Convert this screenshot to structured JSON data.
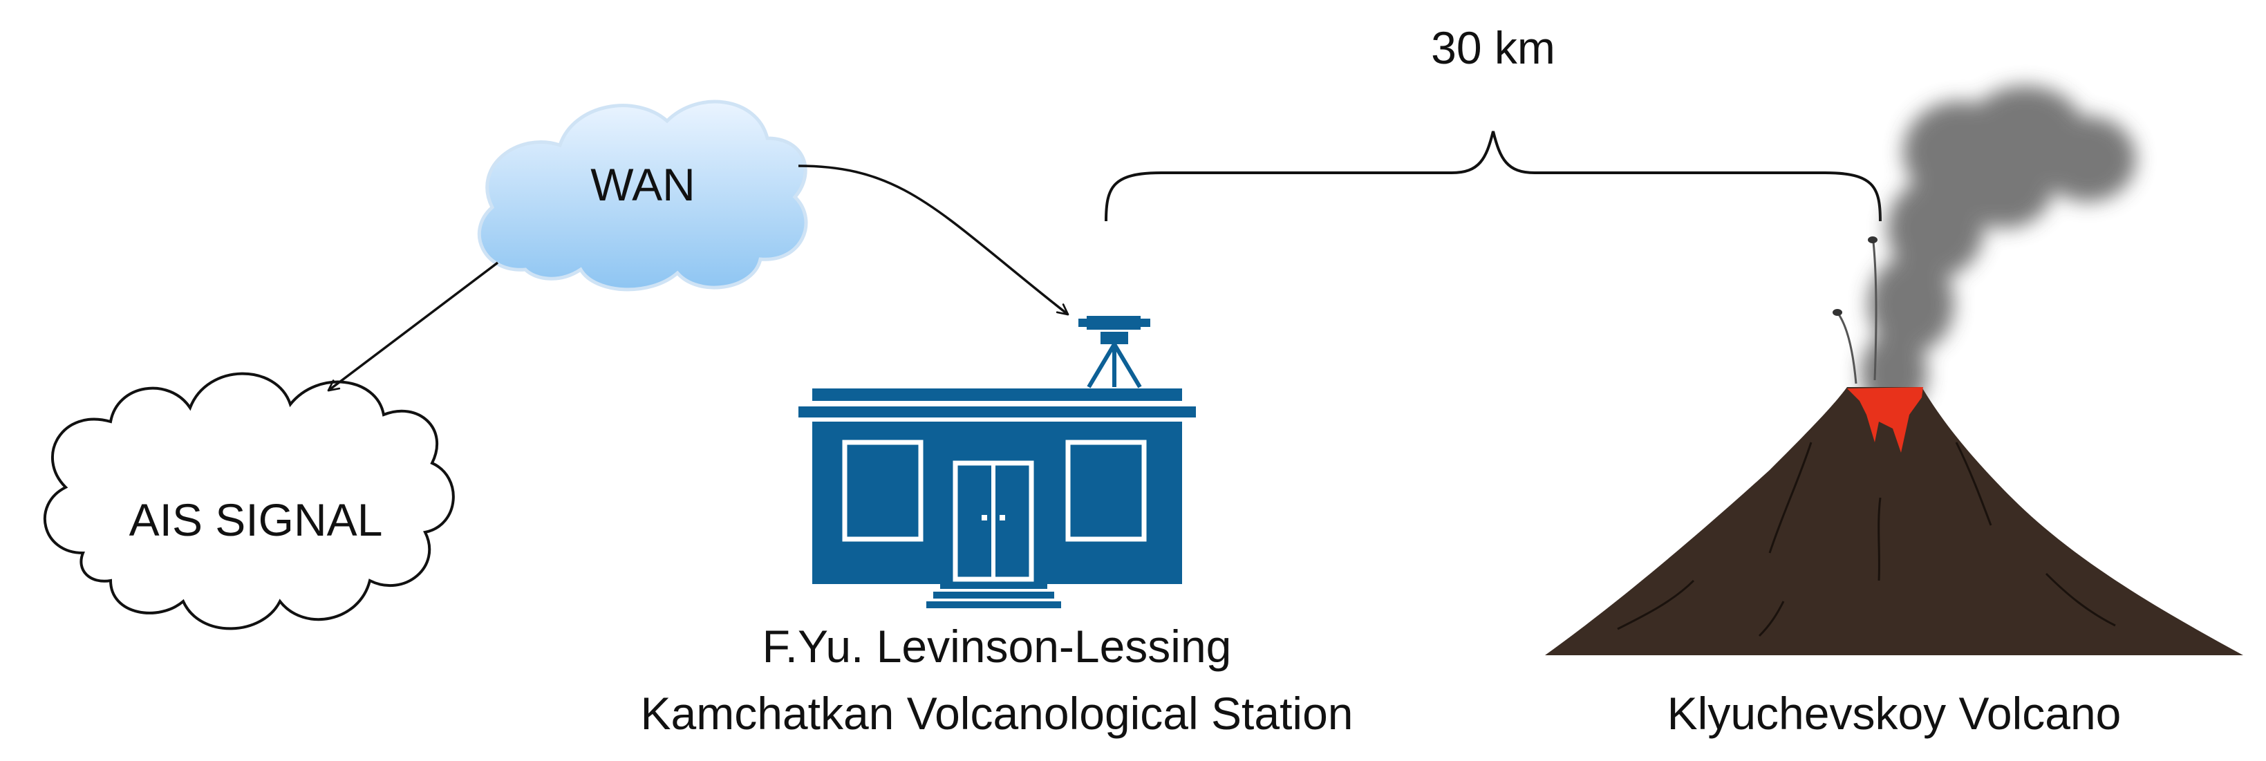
{
  "labels": {
    "distance": "30 km",
    "wan": "WAN",
    "ais": "AIS SIGNAL",
    "station_line1": "F.Yu. Levinson-Lessing",
    "station_line2": "Kamchatkan Volcanological Station",
    "volcano": "Klyuchevskoy Volcano"
  },
  "colors": {
    "station_blue": "#0d6096",
    "wan_cloud_top": "#eaf4ff",
    "wan_cloud_bottom": "#8ec5f2",
    "lava": "#e8321b",
    "volcano_body": "#3b2c23",
    "smoke": "#6b6b6b"
  },
  "icons": {
    "wan": "cloud-icon",
    "ais": "cloud-outline-icon",
    "station": "building-icon",
    "instrument": "tripod-camera-icon",
    "volcano": "volcano-icon"
  }
}
